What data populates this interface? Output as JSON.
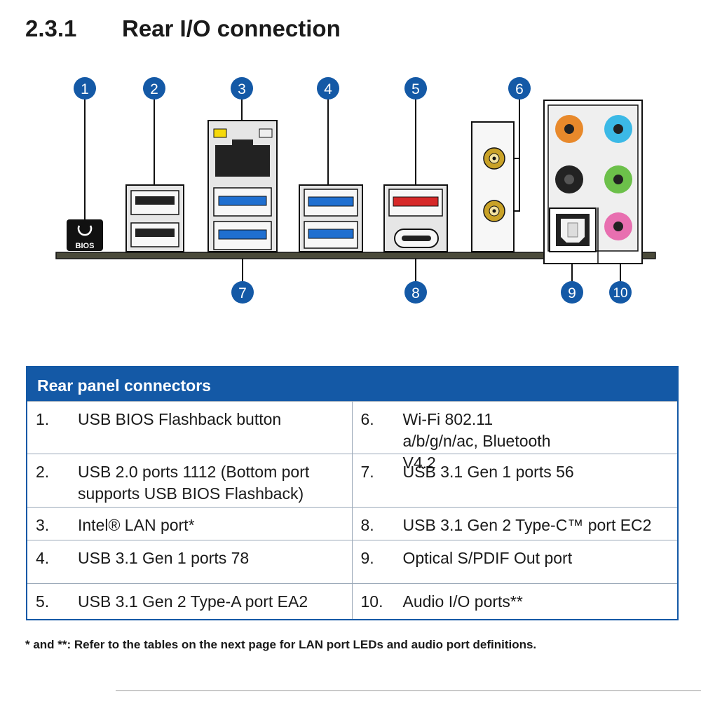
{
  "section": {
    "number": "2.3.1",
    "title": "Rear I/O connection"
  },
  "diagram": {
    "callouts": [
      "1",
      "2",
      "3",
      "4",
      "5",
      "6",
      "7",
      "8",
      "9",
      "10"
    ],
    "bios_label": "BIOS",
    "colors": {
      "callout": "#1459a6",
      "usb3_blue": "#1f6fd0",
      "usb_gen2_red": "#d62828",
      "lan_led_yellow": "#f5d90a",
      "audio_orange": "#e8892b",
      "audio_light_blue": "#3bb9e6",
      "audio_black": "#222222",
      "audio_green": "#6cc04a",
      "audio_pink": "#e86fb0",
      "antenna_gold": "#c9a227",
      "board": "#4a4a3a"
    }
  },
  "table": {
    "header": "Rear panel connectors",
    "rows": [
      {
        "left": {
          "num": "1.",
          "text": "USB BIOS Flashback button"
        },
        "right": {
          "num": "6.",
          "text": "Wi-Fi 802.11 a/b/g/n/ac, Bluetooth V4.2"
        }
      },
      {
        "left": {
          "num": "2.",
          "text": "USB 2.0 ports 1112 (Bottom port supports USB BIOS Flashback)"
        },
        "right": {
          "num": "7.",
          "text": "USB 3.1 Gen 1 ports 56"
        }
      },
      {
        "left": {
          "num": "3.",
          "text": "Intel® LAN port*"
        },
        "right": {
          "num": "8.",
          "text": "USB 3.1 Gen 2 Type-C™ port EC2"
        }
      },
      {
        "left": {
          "num": "4.",
          "text": "USB 3.1 Gen 1 ports 78"
        },
        "right": {
          "num": "9.",
          "text": "Optical S/PDIF Out port"
        }
      },
      {
        "left": {
          "num": "5.",
          "text": "USB 3.1 Gen 2 Type-A port EA2"
        },
        "right": {
          "num": "10.",
          "text": "Audio I/O ports**"
        }
      }
    ]
  },
  "footnote": "* and **: Refer to the tables on the next page for LAN port LEDs and audio port definitions."
}
